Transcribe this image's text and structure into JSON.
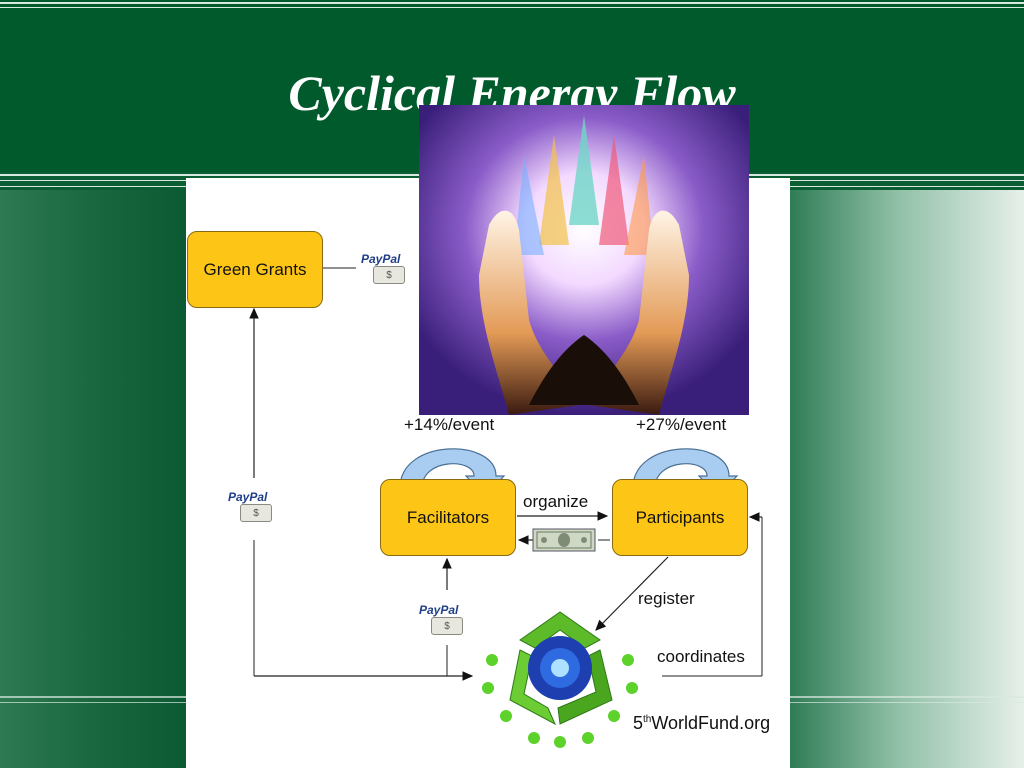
{
  "slide": {
    "title": "Cyclical Energy Flow"
  },
  "diagram": {
    "nodes": {
      "green_grants": "Green Grants",
      "facilitators": "Facilitators",
      "participants": "Participants"
    },
    "labels": {
      "facilitators_growth": "+14%/event",
      "participants_growth": "+27%/event",
      "organize": "organize",
      "register": "register",
      "coordinates": "coordinates"
    },
    "paypal_label": "PayPal",
    "footer": {
      "prefix": "5",
      "sup": "th",
      "suffix": "WorldFund.org"
    }
  },
  "colors": {
    "header": "#005a2b",
    "node_fill": "#fdc617",
    "cycle_arrow": "#a9cdf0"
  },
  "icons": [
    "paypal-icon",
    "dollar-bill-icon",
    "recycle-globe-icon",
    "glowing-hands-image"
  ]
}
